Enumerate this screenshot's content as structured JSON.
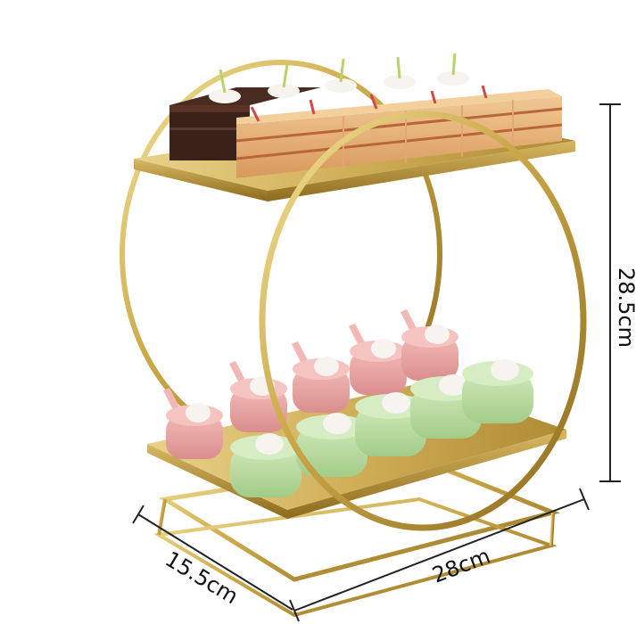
{
  "dimensions": {
    "height": "28.5cm",
    "width": "28cm",
    "depth": "15.5cm"
  },
  "colors": {
    "gold": "#c9a646",
    "gold_light": "#f0dc8a",
    "gold_dark": "#8d6b1e",
    "chocolate": "#3b2219",
    "sponge": "#e9b57d",
    "pink": "#eaa3a3",
    "mint": "#b9dca0",
    "cream": "#f7f4ef"
  }
}
